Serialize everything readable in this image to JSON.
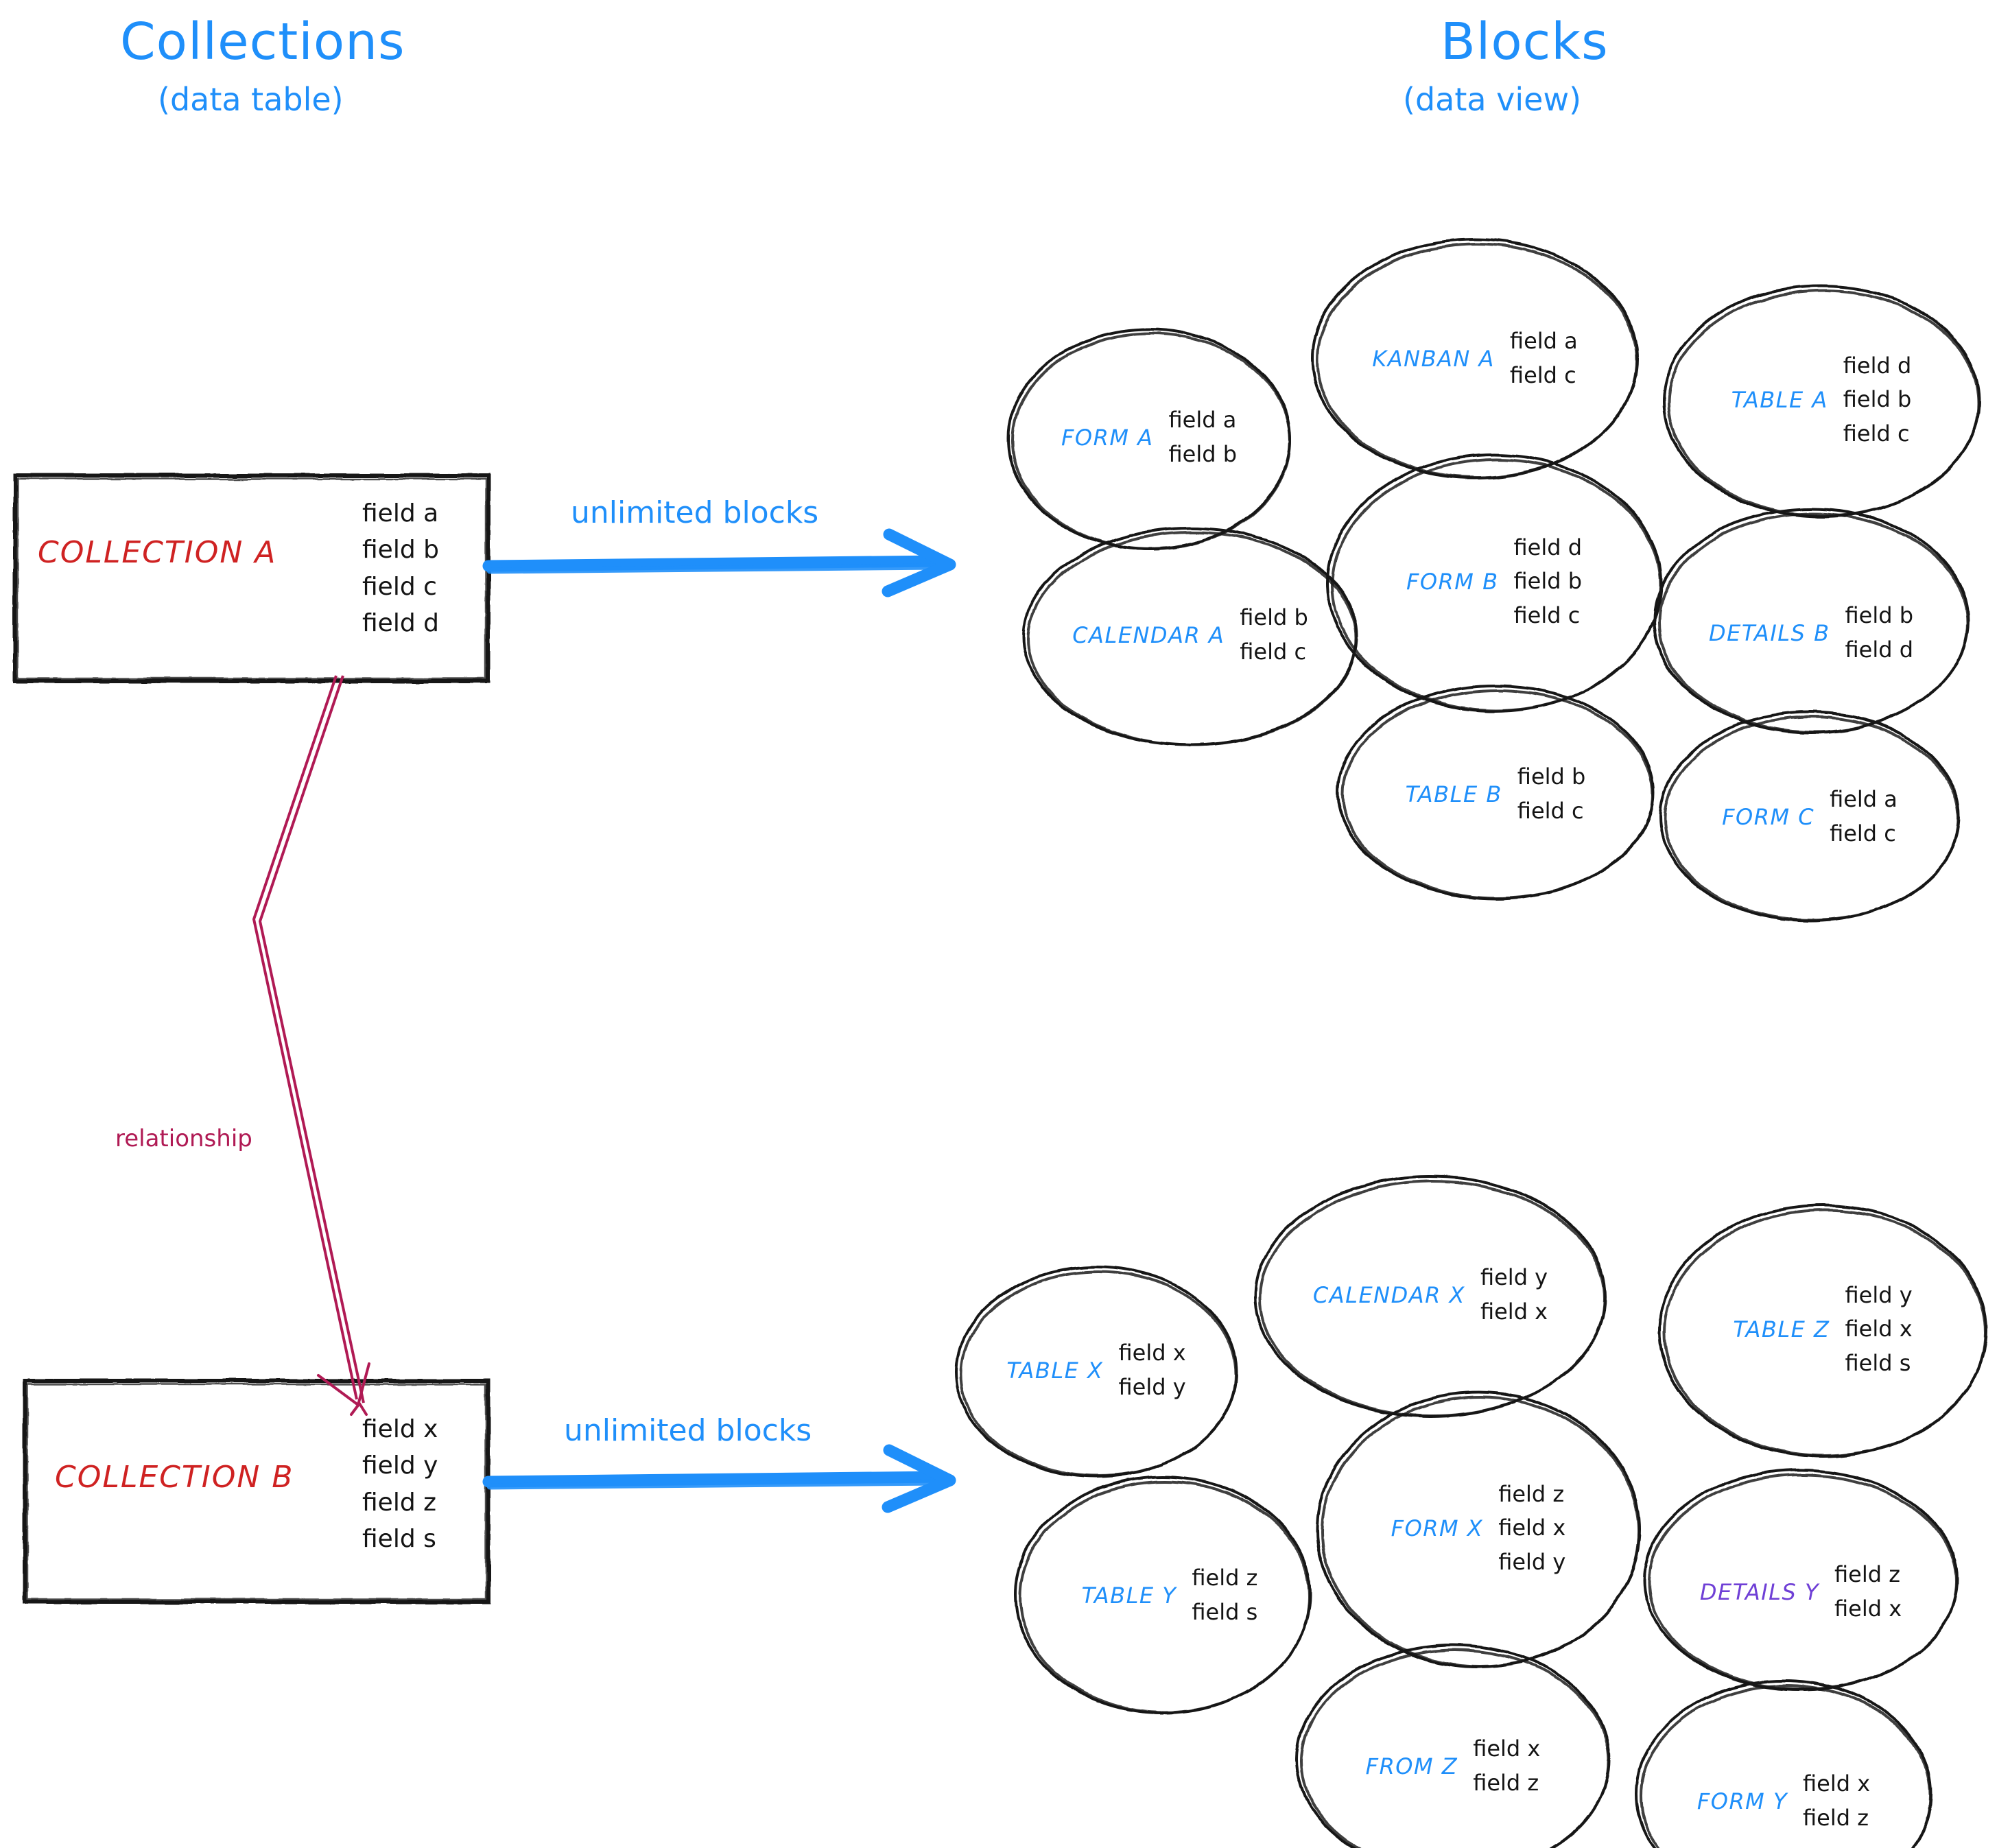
{
  "headings": {
    "left": {
      "title": "Collections",
      "subtitle": "(data table)"
    },
    "right": {
      "title": "Blocks",
      "subtitle": "(data view)"
    }
  },
  "colors": {
    "accent_blue": "#1f8ffa",
    "collection_red": "#cf2222",
    "relationship_crimson": "#b01a54",
    "details_purple": "#6f3fd6",
    "outline_black": "#141414"
  },
  "collections": [
    {
      "name": "COLLECTION A",
      "fields": [
        "field a",
        "field b",
        "field c",
        "field d"
      ],
      "arrow_label": "unlimited blocks"
    },
    {
      "name": "COLLECTION B",
      "fields": [
        "field x",
        "field y",
        "field z",
        "field s"
      ],
      "arrow_label": "unlimited blocks"
    }
  ],
  "relationship": {
    "label": "relationship"
  },
  "blocks_group_a": [
    {
      "name": "FORM A",
      "fields": [
        "field a",
        "field b"
      ],
      "color": "blue"
    },
    {
      "name": "KANBAN A",
      "fields": [
        "field a",
        "field c"
      ],
      "color": "blue"
    },
    {
      "name": "TABLE A",
      "fields": [
        "field d",
        "field b",
        "field c"
      ],
      "color": "blue"
    },
    {
      "name": "CALENDAR A",
      "fields": [
        "field b",
        "field c"
      ],
      "color": "blue"
    },
    {
      "name": "FORM B",
      "fields": [
        "field d",
        "field b",
        "field c"
      ],
      "color": "blue"
    },
    {
      "name": "DETAILS B",
      "fields": [
        "field b",
        "field d"
      ],
      "color": "blue"
    },
    {
      "name": "TABLE B",
      "fields": [
        "field b",
        "field c"
      ],
      "color": "blue"
    },
    {
      "name": "FORM C",
      "fields": [
        "field a",
        "field c"
      ],
      "color": "blue"
    }
  ],
  "blocks_group_b": [
    {
      "name": "TABLE X",
      "fields": [
        "field x",
        "field y"
      ],
      "color": "blue"
    },
    {
      "name": "CALENDAR X",
      "fields": [
        "field y",
        "field x"
      ],
      "color": "blue"
    },
    {
      "name": "TABLE Z",
      "fields": [
        "field y",
        "field x",
        "field s"
      ],
      "color": "blue"
    },
    {
      "name": "TABLE Y",
      "fields": [
        "field z",
        "field s"
      ],
      "color": "blue"
    },
    {
      "name": "FORM X",
      "fields": [
        "field z",
        "field x",
        "field y"
      ],
      "color": "blue"
    },
    {
      "name": "DETAILS Y",
      "fields": [
        "field z",
        "field x"
      ],
      "color": "purple"
    },
    {
      "name": "FROM Z",
      "fields": [
        "field x",
        "field z"
      ],
      "color": "blue"
    },
    {
      "name": "FORM Y",
      "fields": [
        "field x",
        "field z"
      ],
      "color": "blue"
    }
  ]
}
